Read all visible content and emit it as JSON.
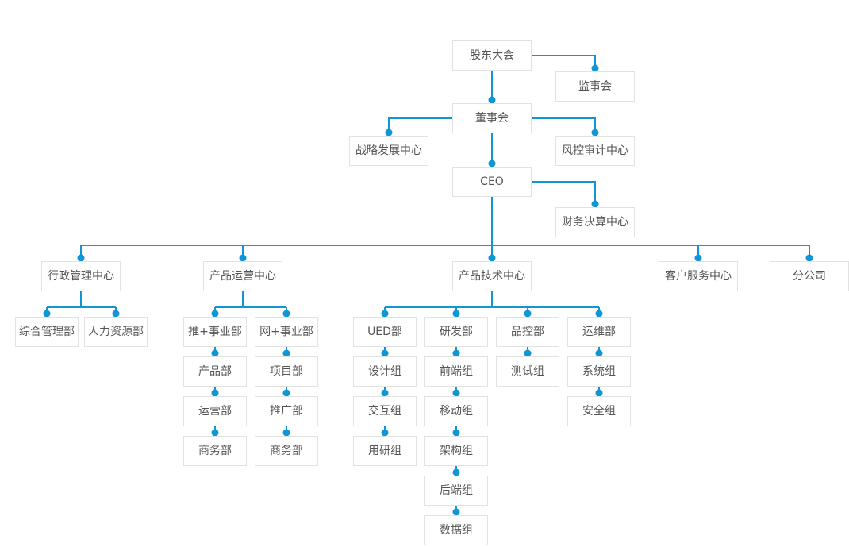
{
  "colors": {
    "connector_line": "#1095d5",
    "connector_dot": "#1095d5",
    "box_border": "#e2e2e2",
    "box_text": "#555555",
    "background": "#ffffff"
  },
  "nodes": {
    "shareholders_meeting": "股东大会",
    "supervisory_board": "监事会",
    "board_of_directors": "董事会",
    "strategic_dev_center": "战略发展中心",
    "risk_audit_center": "风控审计中心",
    "ceo": "CEO",
    "financial_settlement_center": "财务决算中心",
    "admin_mgmt_center": "行政管理中心",
    "general_mgmt_dept": "综合管理部",
    "hr_dept": "人力资源部",
    "product_ops_center": "产品运营中心",
    "tui_plus_bu": "推+事业部",
    "wang_plus_bu": "网+事业部",
    "product_dept": "产品部",
    "operations_dept": "运营部",
    "business_dept_tui": "商务部",
    "project_dept": "项目部",
    "promotion_dept": "推广部",
    "business_dept_wang": "商务部",
    "product_tech_center": "产品技术中心",
    "ued_dept": "UED部",
    "rnd_dept": "研发部",
    "quality_control_dept": "品控部",
    "ops_maintenance_dept": "运维部",
    "design_group": "设计组",
    "interaction_group": "交互组",
    "user_research_group": "用研组",
    "frontend_group": "前端组",
    "mobile_group": "移动组",
    "architecture_group": "架构组",
    "backend_group": "后端组",
    "data_group": "数据组",
    "testing_group": "测试组",
    "system_group": "系统组",
    "security_group": "安全组",
    "customer_service_center": "客户服务中心",
    "branch_company": "分公司"
  },
  "hierarchy": {
    "shareholders_meeting": [
      "supervisory_board",
      "board_of_directors"
    ],
    "board_of_directors": [
      "strategic_dev_center",
      "risk_audit_center",
      "ceo"
    ],
    "ceo": [
      "financial_settlement_center",
      "admin_mgmt_center",
      "product_ops_center",
      "product_tech_center",
      "customer_service_center",
      "branch_company"
    ],
    "admin_mgmt_center": [
      "general_mgmt_dept",
      "hr_dept"
    ],
    "product_ops_center": [
      "tui_plus_bu",
      "wang_plus_bu"
    ],
    "tui_plus_bu": [
      "product_dept"
    ],
    "product_dept": [
      "operations_dept"
    ],
    "operations_dept": [
      "business_dept_tui"
    ],
    "wang_plus_bu": [
      "project_dept"
    ],
    "project_dept": [
      "promotion_dept"
    ],
    "promotion_dept": [
      "business_dept_wang"
    ],
    "product_tech_center": [
      "ued_dept",
      "rnd_dept",
      "quality_control_dept",
      "ops_maintenance_dept"
    ],
    "ued_dept": [
      "design_group"
    ],
    "design_group": [
      "interaction_group"
    ],
    "interaction_group": [
      "user_research_group"
    ],
    "rnd_dept": [
      "frontend_group"
    ],
    "frontend_group": [
      "mobile_group"
    ],
    "mobile_group": [
      "architecture_group"
    ],
    "architecture_group": [
      "backend_group"
    ],
    "backend_group": [
      "data_group"
    ],
    "quality_control_dept": [
      "testing_group"
    ],
    "ops_maintenance_dept": [
      "system_group"
    ],
    "system_group": [
      "security_group"
    ]
  }
}
